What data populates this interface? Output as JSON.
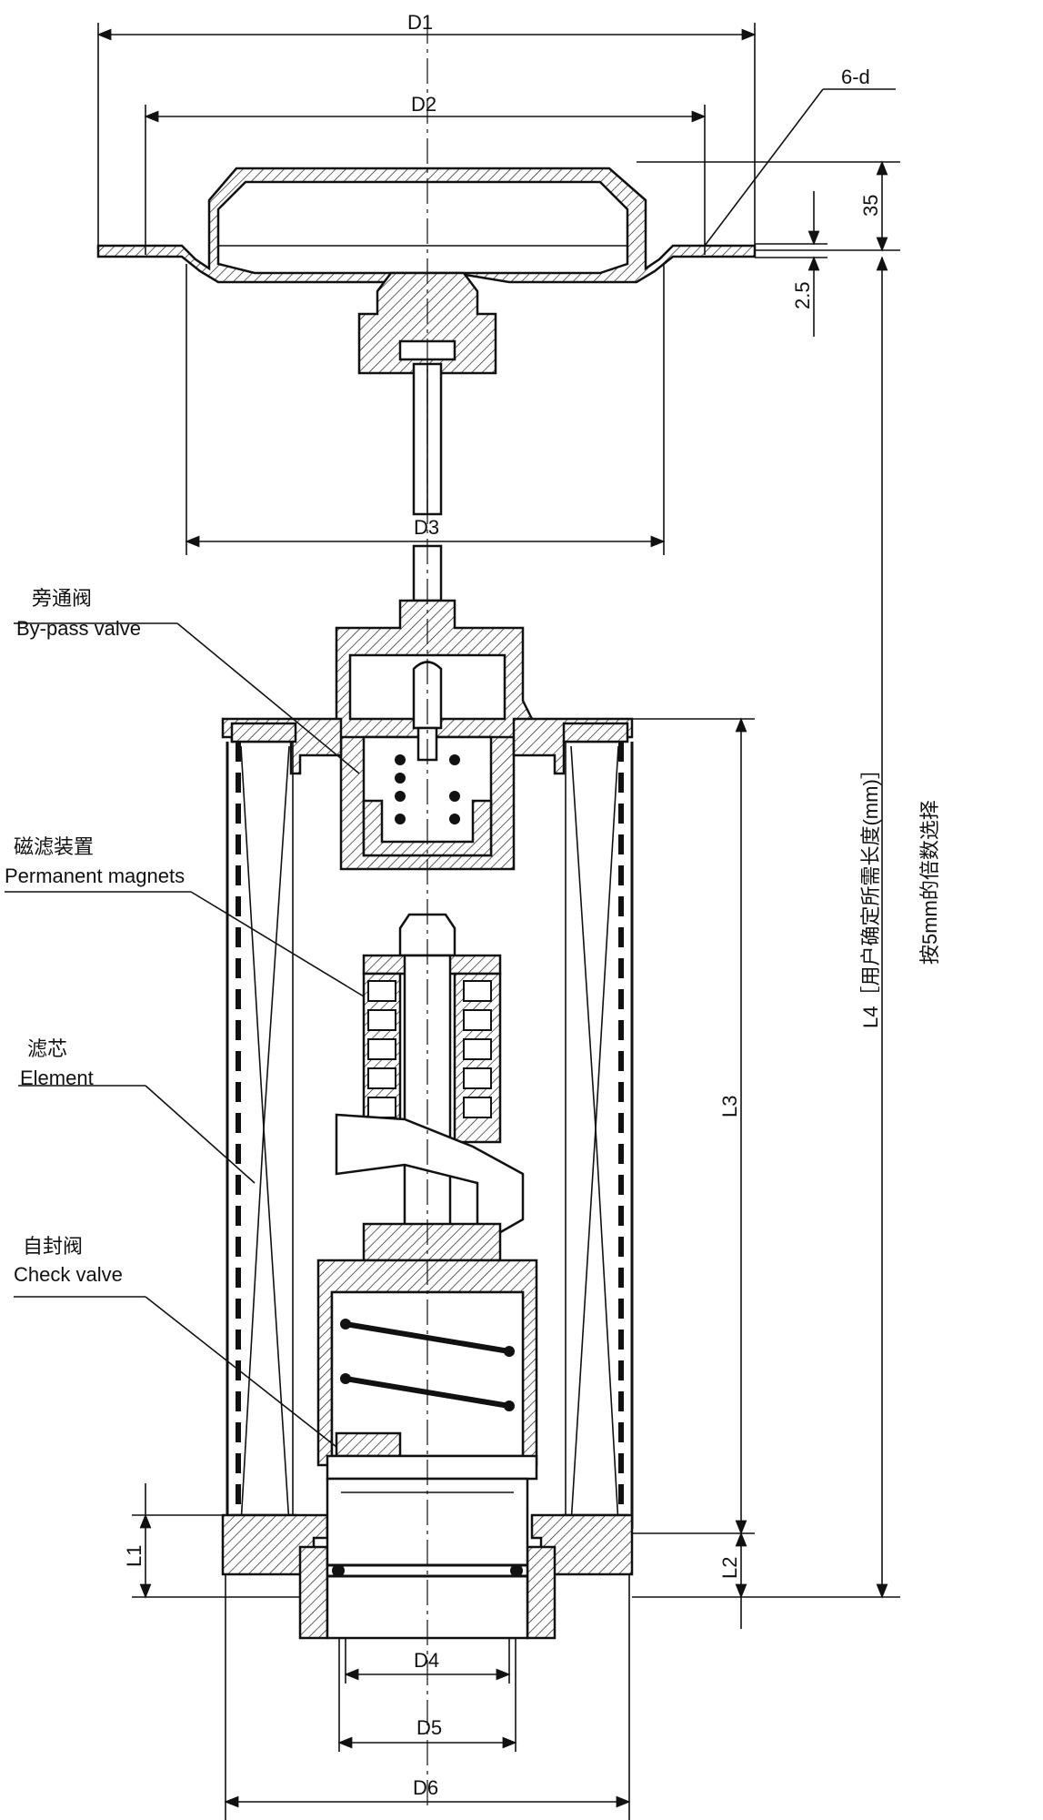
{
  "dimensions": {
    "d1": "D1",
    "d2": "D2",
    "d3": "D3",
    "d4": "D4",
    "d5": "D5",
    "d6": "D6",
    "l1": "L1",
    "l2": "L2",
    "l3": "L3",
    "hole_spec": "6-d",
    "flange_height": "35",
    "flange_thickness": "2.5",
    "l4_label": "L4［用户确定所需长度(mm)］",
    "l4_note": "按5mm的倍数选择"
  },
  "callouts": {
    "bypass_cn": "旁通阀",
    "bypass_en": "By-pass valve",
    "magnets_cn": "磁滤装置",
    "magnets_en": "Permanent magnets",
    "element_cn": "滤芯",
    "element_en": "Element",
    "check_cn": "自封阀",
    "check_en": "Check valve"
  }
}
